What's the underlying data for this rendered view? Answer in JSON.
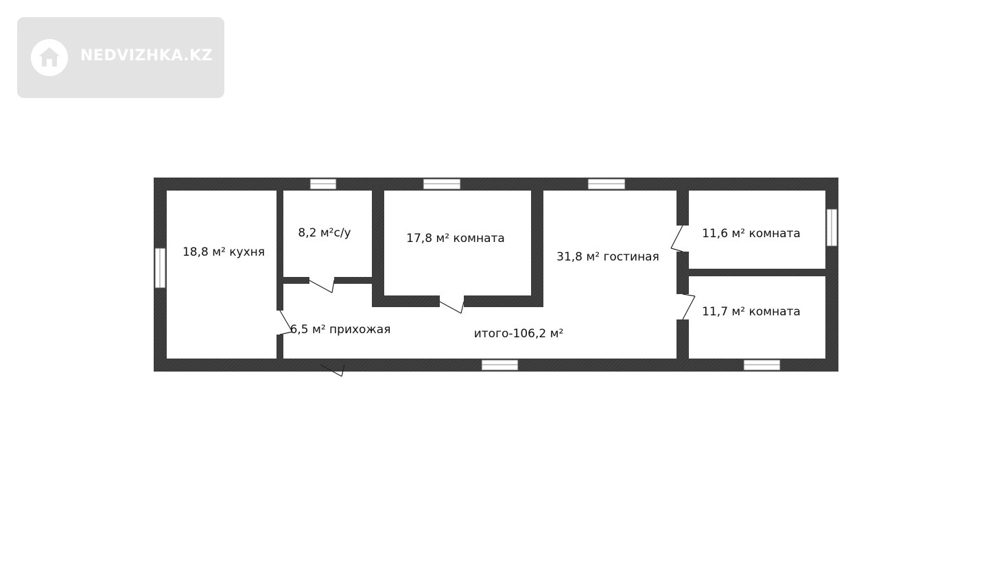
{
  "watermark": {
    "text": "NEDVIZHKA.KZ",
    "icon": "house-icon",
    "background": "#e3e3e3"
  },
  "floorplan": {
    "wall_color": "#3a3a3a",
    "rooms": {
      "kitchen": "18,8 м² кухня",
      "bathroom": "8,2 м²с/у",
      "room_1": "17,8 м² комната",
      "living_room": "31,8 м² гостиная",
      "room_2": "11,6 м² комната",
      "room_3": "11,7 м² комната",
      "hallway": "6,5 м² прихожая"
    },
    "total": "итого-106,2 м²"
  }
}
